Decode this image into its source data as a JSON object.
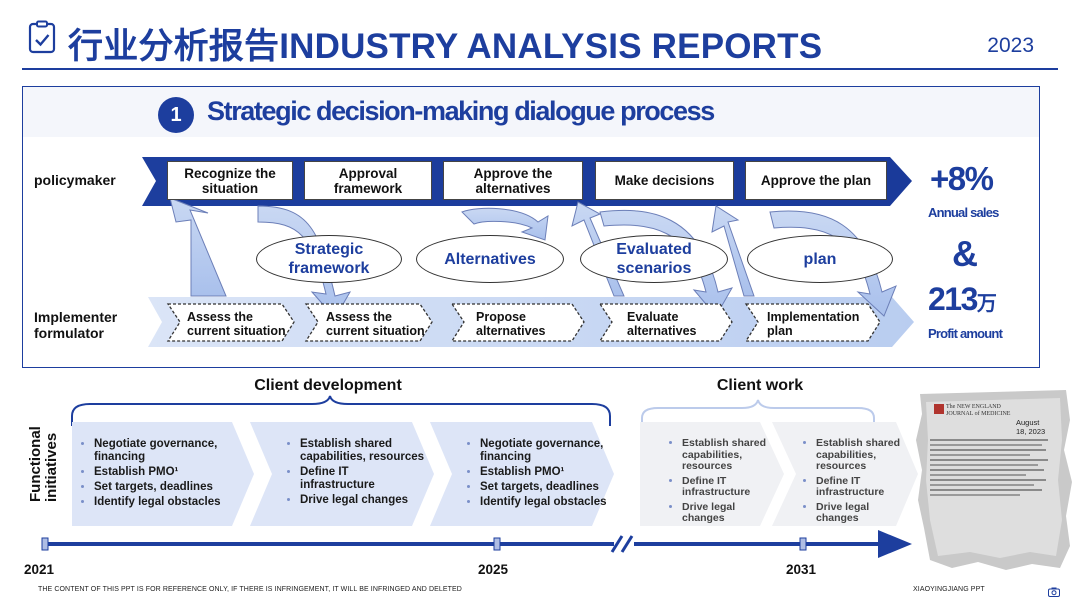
{
  "header": {
    "title": "行业分析报告INDUSTRY ANALYSIS REPORTS",
    "year": "2023"
  },
  "process": {
    "step_number": "1",
    "title": "Strategic decision-making dialogue process",
    "row_top_label": "policymaker",
    "row_bottom_label": [
      "Implementer",
      "formulator"
    ],
    "top_steps": [
      [
        "Recognize the",
        "situation"
      ],
      [
        "Approval",
        "framework"
      ],
      [
        "Approve the",
        "alternatives"
      ],
      [
        "Make decisions"
      ],
      [
        "Approve the plan"
      ]
    ],
    "middle_items": [
      [
        "Strategic",
        "framework"
      ],
      [
        "Alternatives"
      ],
      [
        "Evaluated",
        "scenarios"
      ],
      [
        "plan"
      ]
    ],
    "bottom_steps": [
      [
        "Assess the",
        "current situation"
      ],
      [
        "Assess the",
        "current situation"
      ],
      [
        "Propose",
        "alternatives"
      ],
      [
        "Evaluate",
        "alternatives"
      ],
      [
        "Implementation",
        "plan"
      ]
    ]
  },
  "stats": {
    "sales_value": "+8%",
    "sales_label": "Annual sales",
    "ampersand": "&",
    "profit_value": "213",
    "profit_unit": "万",
    "profit_label": "Profit amount"
  },
  "timeline": {
    "vertical_label": [
      "Functional",
      "initiatives"
    ],
    "section_left": "Client development",
    "section_right": "Client work",
    "years": [
      "2021",
      "2025",
      "2031"
    ],
    "chevrons": [
      {
        "items": [
          "Negotiate governance, financing",
          "Establish PMO¹",
          "Set targets, deadlines",
          "Identify legal obstacles"
        ]
      },
      {
        "items": [
          "Establish shared capabilities, resources",
          "Define IT infrastructure",
          "Drive legal changes"
        ]
      },
      {
        "items": [
          "Negotiate governance, financing",
          "Establish PMO¹",
          "Set targets, deadlines",
          "Identify legal obstacles"
        ]
      },
      {
        "items": [
          "Establish shared capabilities, resources",
          "Define IT infrastructure",
          "Drive legal changes"
        ]
      },
      {
        "items": [
          "Establish shared capabilities, resources",
          "Define IT infrastructure",
          "Drive legal changes"
        ]
      }
    ]
  },
  "document": {
    "journal": [
      "The NEW ENGLAND",
      "JOURNAL of MEDICINE"
    ],
    "date": [
      "August",
      "18, 2023"
    ]
  },
  "footer": {
    "disclaimer": "THE CONTENT OF THIS PPT IS FOR REFERENCE ONLY, IF THERE IS INFRINGEMENT, IT WILL BE INFRINGED AND DELETED",
    "brand": "XIAOYINGJIANG PPT"
  },
  "colors": {
    "brand_blue": "#1d3e9e",
    "light_blue": "#bfd2f3",
    "pale_blue": "#e4eaf8",
    "pale_grey": "#f0f1f3"
  }
}
